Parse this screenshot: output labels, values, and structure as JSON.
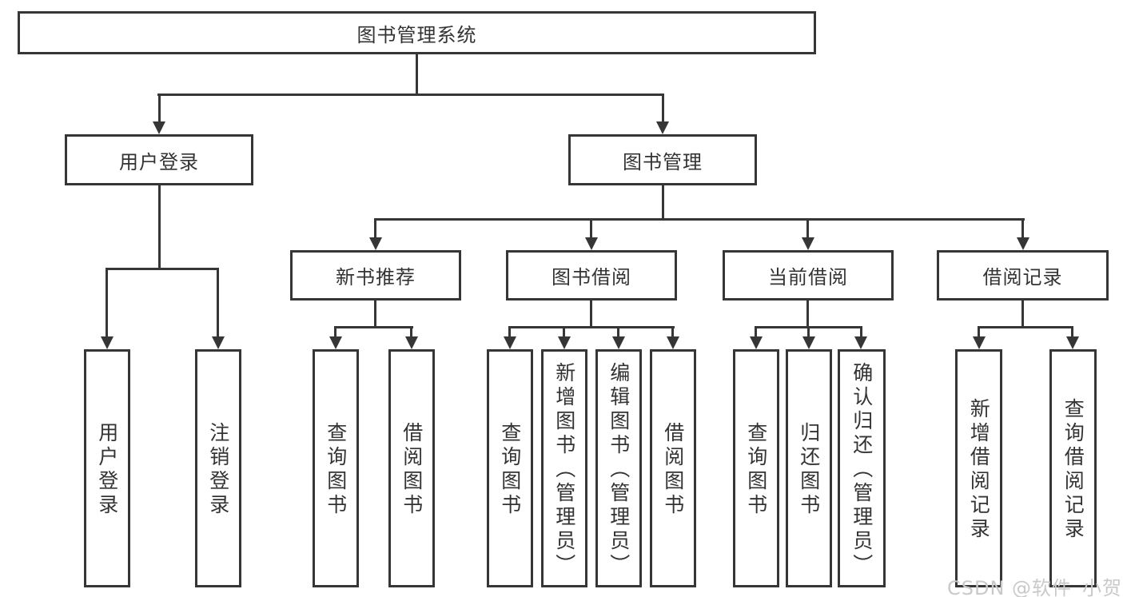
{
  "tree": {
    "label": "图书管理系统",
    "children": [
      {
        "label": "用户登录",
        "children": [
          {
            "label": "用户登录"
          },
          {
            "label": "注销登录"
          }
        ]
      },
      {
        "label": "图书管理",
        "children": [
          {
            "label": "新书推荐",
            "children": [
              {
                "label": "查询图书"
              },
              {
                "label": "借阅图书"
              }
            ]
          },
          {
            "label": "图书借阅",
            "children": [
              {
                "label": "查询图书"
              },
              {
                "label": "新增图书（管理员）"
              },
              {
                "label": "编辑图书（管理员）"
              },
              {
                "label": "借阅图书"
              }
            ]
          },
          {
            "label": "当前借阅",
            "children": [
              {
                "label": "查询图书"
              },
              {
                "label": "归还图书"
              },
              {
                "label": "确认归还（管理员）"
              }
            ]
          },
          {
            "label": "借阅记录",
            "children": [
              {
                "label": "新增借阅记录"
              },
              {
                "label": "查询借阅记录"
              }
            ]
          }
        ]
      }
    ]
  },
  "watermark": "CSDN @软件_小贺同学",
  "colors": {
    "line": "#363636",
    "text": "#333333",
    "watermark": "#c9c9c9",
    "background": "#ffffff"
  }
}
